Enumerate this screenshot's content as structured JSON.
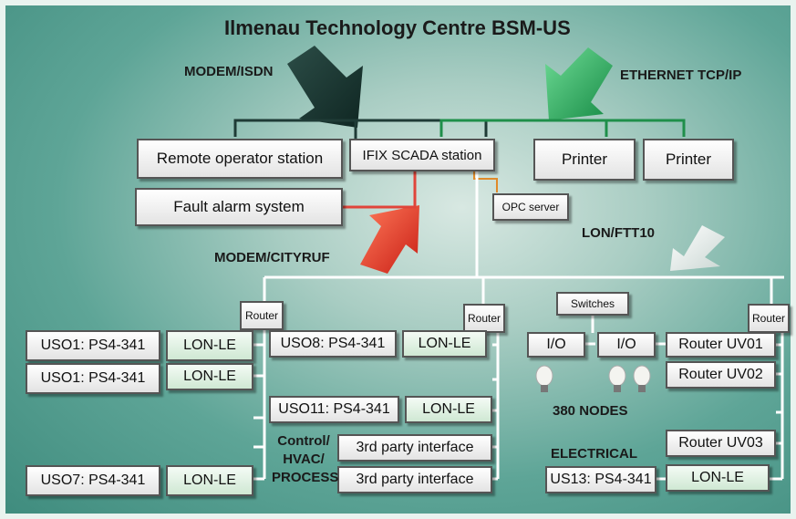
{
  "title": "Ilmenau Technology Centre BSM-US",
  "arrows": {
    "modem_isdn": "MODEM/ISDN",
    "ethernet": "ETHERNET TCP/IP",
    "modem_cityruf": "MODEM/CITYRUF",
    "lon_ftt10": "LON/FTT10"
  },
  "top": {
    "remote_operator_station": "Remote operator station",
    "scada_station": "IFIX SCADA station",
    "printer_1": "Printer",
    "printer_2": "Printer",
    "fault_alarm_system": "Fault alarm system",
    "opc_server": "OPC server"
  },
  "routers": [
    "Router",
    "Router",
    "Router"
  ],
  "left": {
    "rows": [
      {
        "uso": "USO1: PS4-341",
        "lon": "LON-LE"
      },
      {
        "uso": "USO1: PS4-341",
        "lon": "LON-LE"
      },
      {
        "uso": "USO7: PS4-341",
        "lon": "LON-LE"
      }
    ]
  },
  "middle": {
    "uso8": "USO8: PS4-341",
    "lon8": "LON-LE",
    "uso11": "USO11: PS4-341",
    "lon11": "LON-LE",
    "third_party_1": "3rd party interface",
    "third_party_2": "3rd party interface",
    "control_label": [
      "Control/",
      "HVAC/",
      "PROCESS"
    ]
  },
  "right": {
    "switches": "Switches",
    "io_1": "I/O",
    "io_2": "I/O",
    "router_uv01": "Router UV01",
    "router_uv02": "Router UV02",
    "router_uv03": "Router UV03",
    "nodes": "380 NODES",
    "electrical": "ELECTRICAL",
    "us13": "US13: PS4-341",
    "lon13": "LON-LE"
  },
  "colors": {
    "ethernet_line": "#1f8f4a",
    "modem_line": "#e0443a",
    "lon_line": "#ffffff",
    "isdn_arrow": "#1f3b36",
    "ethernet_arrow": "#1fa35a",
    "cityruf_arrow": "#e23a2c"
  }
}
